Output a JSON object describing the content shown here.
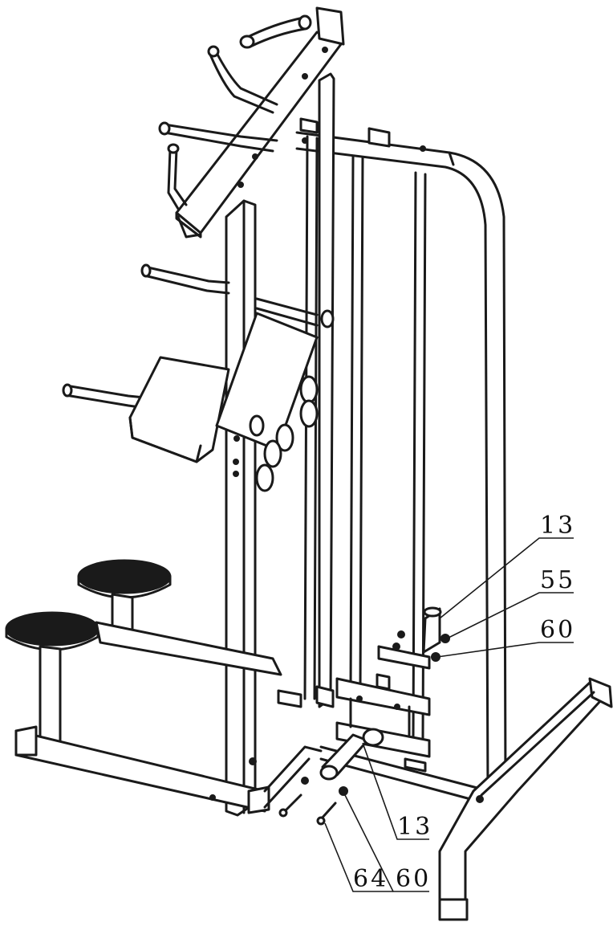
{
  "callouts": [
    {
      "id": "c1",
      "label": "13"
    },
    {
      "id": "c2",
      "label": "55"
    },
    {
      "id": "c3",
      "label": "60"
    },
    {
      "id": "c4",
      "label": "13"
    },
    {
      "id": "c5",
      "label": "64"
    },
    {
      "id": "c6",
      "label": "60"
    }
  ],
  "colors": {
    "line": "#1a1a1a",
    "background": "#ffffff"
  }
}
